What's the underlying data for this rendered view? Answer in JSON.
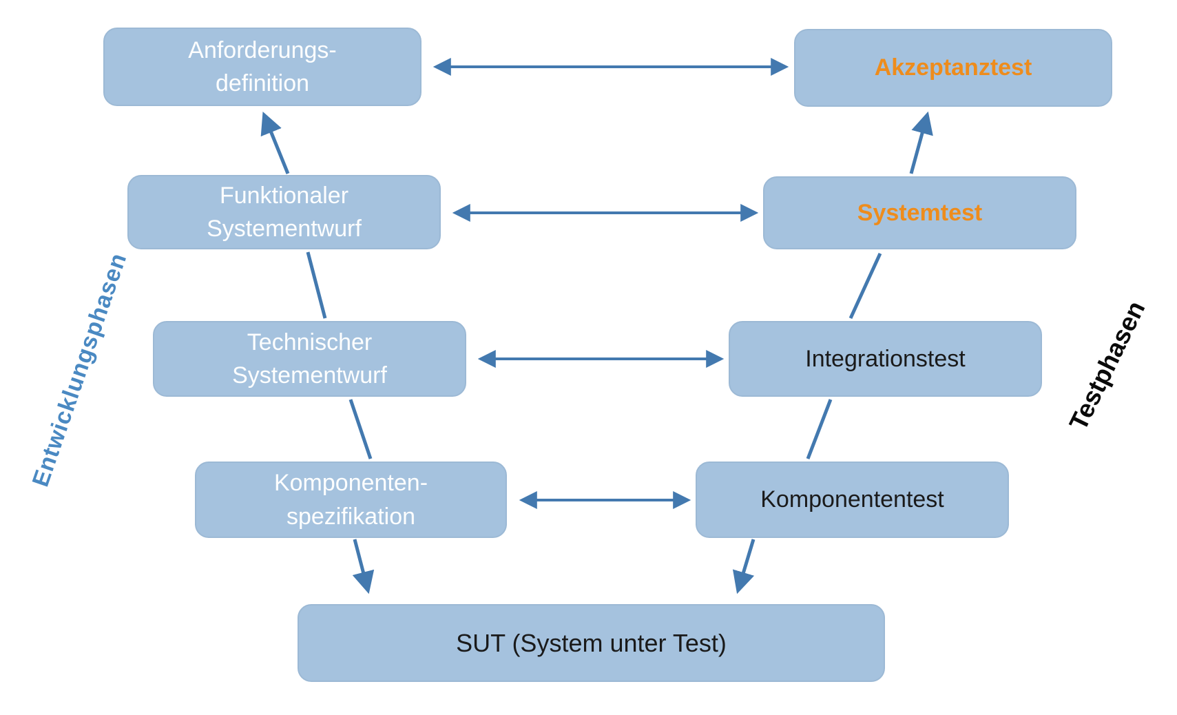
{
  "diagram": {
    "type": "v-model",
    "left_axis_label": "Entwicklungsphasen",
    "right_axis_label": "Testphasen",
    "development_phases": [
      {
        "label": "Anforderungs-\ndefinition",
        "text_color": "white"
      },
      {
        "label": "Funktionaler\nSystementwurf",
        "text_color": "white"
      },
      {
        "label": "Technischer\nSystementwurf",
        "text_color": "white"
      },
      {
        "label": "Komponenten-\nspezifikation",
        "text_color": "white"
      }
    ],
    "test_phases": [
      {
        "label": "Akzeptanztest",
        "text_color": "orange",
        "bold": true
      },
      {
        "label": "Systemtest",
        "text_color": "orange",
        "bold": true
      },
      {
        "label": "Integrationstest",
        "text_color": "black",
        "bold": false
      },
      {
        "label": "Komponententest",
        "text_color": "black",
        "bold": false
      }
    ],
    "sut_label": "SUT (System unter Test)",
    "connections": {
      "horizontal_double_arrows": [
        [
          "Anforderungs-definition",
          "Akzeptanztest"
        ],
        [
          "Funktionaler Systementwurf",
          "Systemtest"
        ],
        [
          "Technischer Systementwurf",
          "Integrationstest"
        ],
        [
          "Komponenten-spezifikation",
          "Komponententest"
        ]
      ],
      "upward_arrows": [
        [
          "Funktionaler Systementwurf",
          "Anforderungs-definition"
        ],
        [
          "Systemtest",
          "Akzeptanztest"
        ]
      ],
      "downward_arrows": [
        [
          "Komponenten-spezifikation",
          "SUT (System unter Test)"
        ],
        [
          "Komponententest",
          "SUT (System unter Test)"
        ]
      ]
    },
    "colors": {
      "box_fill": "#A5C2DE",
      "box_border": "#9CB9D5",
      "arrow_blue": "#4379AF",
      "orange_text": "#EE8C1C",
      "white_text": "#FDFEFE",
      "black_text": "#1A1A1A",
      "left_label_blue": "#4A89C2"
    }
  }
}
